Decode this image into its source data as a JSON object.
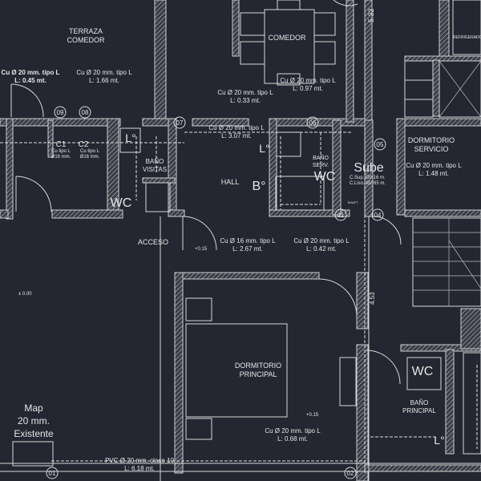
{
  "rooms": {
    "terraza": "TERRAZA\nCOMEDOR",
    "comedor": "COMEDOR",
    "refrigerador": "REFRIGERADOR",
    "dormitorio_servicio": "DORMITORIO\nSERVICIO",
    "bano_visitas": "BAÑO\nVISITAS",
    "hall": "HALL",
    "bano_serv": "BAÑO\nSERV.",
    "acceso": "ACCESO",
    "dormitorio_principal": "DORMITORIO\nPRINCIPAL",
    "bano_principal": "BAÑO\nPRINCIPAL",
    "sube": "Sube",
    "shaft": "SHAFT"
  },
  "pipe_notes": [
    {
      "id": "n1",
      "text": "Cu Ø 20 mm. tipo L\nL: 0.45 mt."
    },
    {
      "id": "n2",
      "text": "Cu Ø 20 mm. tipo L\nL: 1.66 mt."
    },
    {
      "id": "n3",
      "text": "Cu Ø 20 mm. tipo L\nL: 0.97 mt."
    },
    {
      "id": "n4",
      "text": "Cu Ø 20 mm. tipo L\nL: 0.33 mt."
    },
    {
      "id": "n5",
      "text": "Cu Ø 20 mm. tipo L\nL: 3.07 mt."
    },
    {
      "id": "n6",
      "text": "Cu Ø 20 mm. tipo L\nL: 1.48 mt."
    },
    {
      "id": "n7",
      "text": "Cu Ø 16 mm. tipo L\nL: 2.67 mt."
    },
    {
      "id": "n8",
      "text": "Cu Ø 20 mm. tipo L\nL: 0.42 mt."
    },
    {
      "id": "n9",
      "text": "Cu Ø 20 mm. tipo L\nL: 0.68 mt."
    },
    {
      "id": "n10",
      "text": "PVC Ø 20 mm. clase 10\nL: 6.18 mt."
    }
  ],
  "fixtures": {
    "wc": "WC",
    "lo": "L°",
    "bo": "B°",
    "c1": "C1",
    "c2": "C2",
    "c1_note": "Cu tipo L\nØ16 mm.",
    "c2_note": "Cu tipo L\nØ16 mm.",
    "csub": "C.Sup. Ø9.16 m.\nC.Liso. Ø2.65 m."
  },
  "nodes": [
    "09",
    "08",
    "07",
    "06",
    "05",
    "04",
    "11",
    "02",
    "01"
  ],
  "dims": {
    "v1": "5.32",
    "v2": "4.53",
    "lvl1": "+0.15",
    "lvl2": "± 0.00",
    "lvl3": "+0.15"
  },
  "map": {
    "line1": "Map",
    "line2": "20 mm.",
    "line3": "Existente"
  }
}
